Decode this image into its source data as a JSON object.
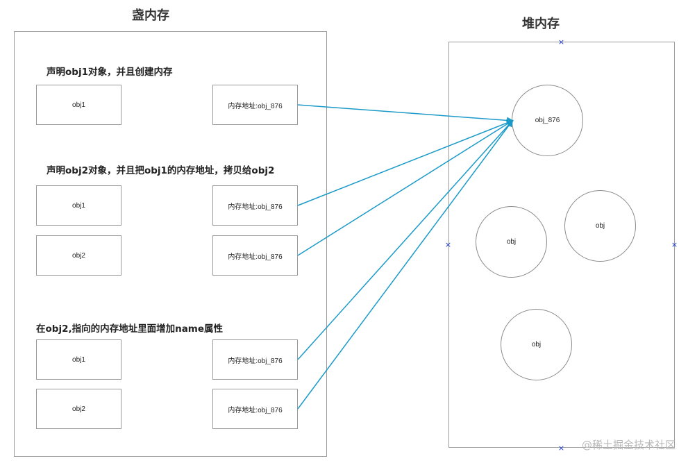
{
  "stack": {
    "title": "盏内存",
    "sections": [
      {
        "label": "声明obj1对象，并且创建内存",
        "rows": [
          {
            "name": "obj1",
            "address": "内存地址:obj_876"
          }
        ]
      },
      {
        "label": "声明obj2对象，并且把obj1的内存地址，拷贝给obj2",
        "rows": [
          {
            "name": "obj1",
            "address": "内存地址:obj_876"
          },
          {
            "name": "obj2",
            "address": "内存地址:obj_876"
          }
        ]
      },
      {
        "label": "在obj2,指向的内存地址里面增加name属性",
        "rows": [
          {
            "name": "obj1",
            "address": "内存地址:obj_876"
          },
          {
            "name": "obj2",
            "address": "内存地址:obj_876"
          }
        ]
      }
    ]
  },
  "heap": {
    "title": "堆内存",
    "objects": [
      {
        "label": "obj_876"
      },
      {
        "label": "obj"
      },
      {
        "label": "obj"
      },
      {
        "label": "obj"
      }
    ]
  },
  "markers": [
    "×",
    "×",
    "×",
    "×"
  ],
  "watermark": "@稀土掘金技术社区",
  "colors": {
    "arrow": "#1a9ac8",
    "border": "#9a9a9a",
    "marker": "#1a35c9"
  }
}
